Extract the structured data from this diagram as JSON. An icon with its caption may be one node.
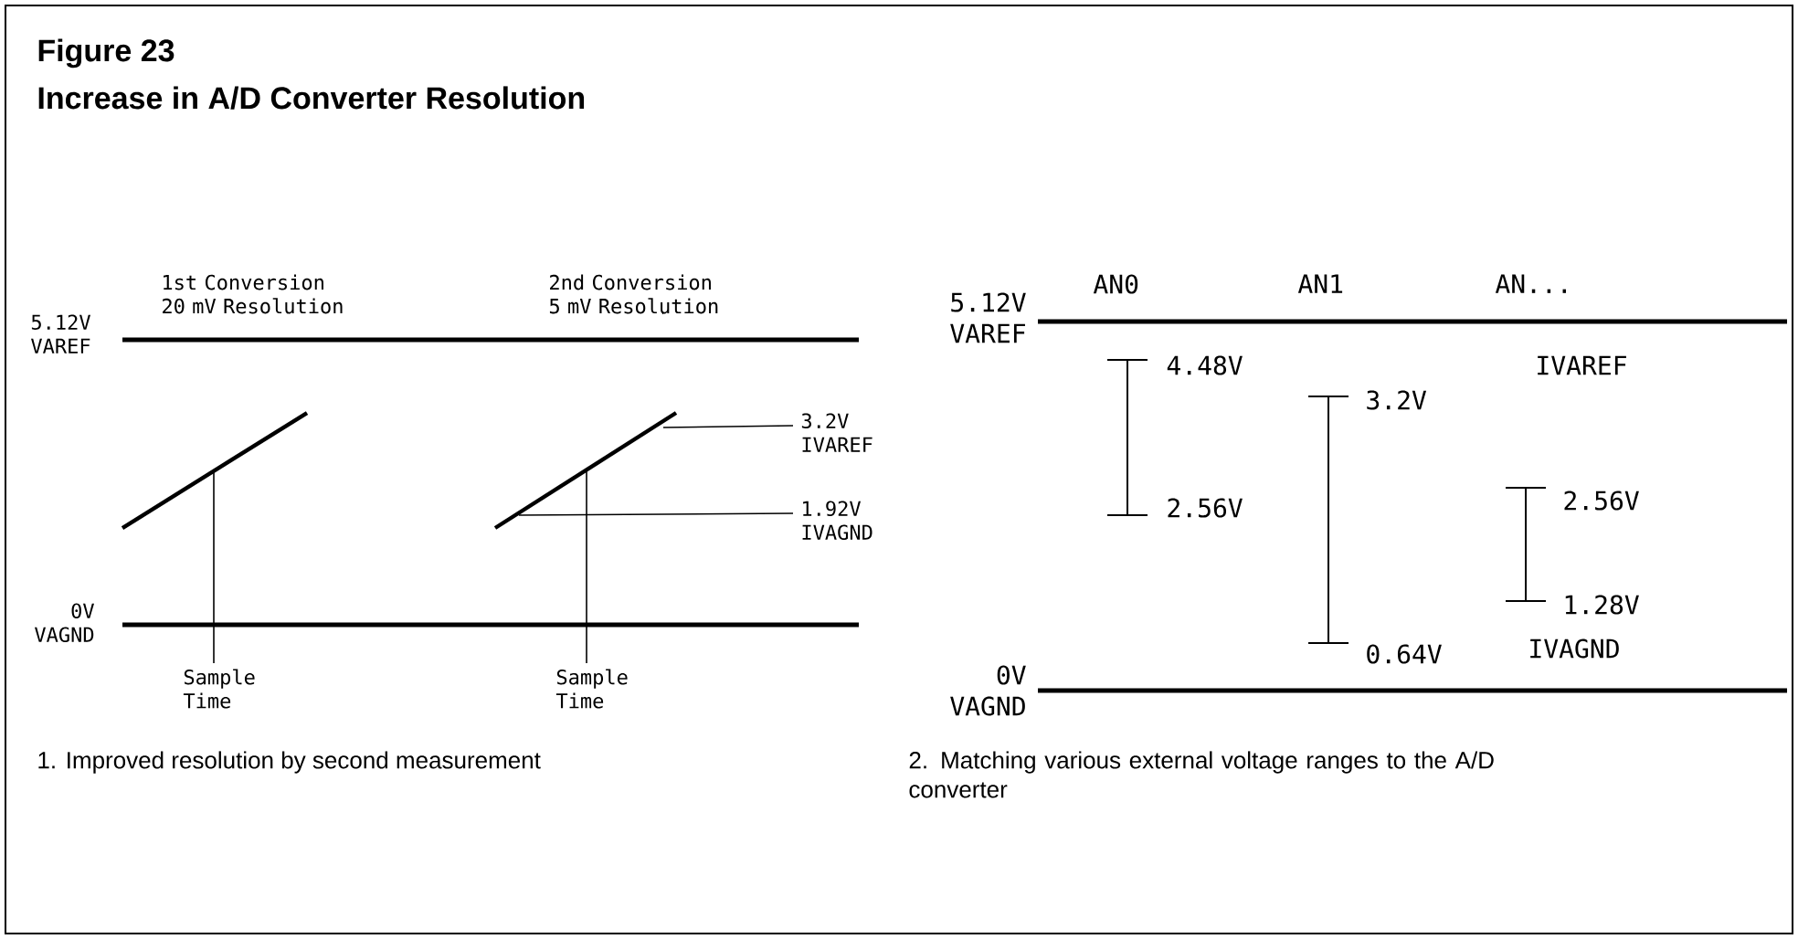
{
  "diagram": {
    "title": "Increase in A/D Converter Resolution",
    "nodes": [
      {
        "text": [
          "3.2V IVAREF"
        ]
      },
      {
        "text": [
          "1.92V IVAGND"
        ]
      },
      {
        "text": [
          "Sample Time"
        ]
      },
      {
        "text": [
          "Sample Time"
        ]
      }
    ],
    "edges": [
      {
        "from": 0,
        "to": null,
        "arrow": "none"
      },
      {
        "from": 1,
        "to": null,
        "arrow": "none"
      },
      {
        "from": 2,
        "to": null,
        "arrow": "none"
      },
      {
        "from": 3,
        "to": null,
        "arrow": "none"
      }
    ],
    "labels": [
      "Figure 23",
      "5.12V VAREF",
      "1st Conversion 20 mV Resolution",
      "2nd Conversion 5 mV Resolution",
      "0V VAGND",
      "AN0",
      "AN1",
      "AN...",
      "5.12V VAREF",
      "4.48V",
      "IVAREF",
      "3.2V",
      "2.56V",
      "2.56V",
      "1.28V",
      "0.64V",
      "IVAGND",
      "0V VAGND",
      "1. Improved resolution by second measurement",
      "2. Matching various external voltage ranges to the A/D converter"
    ]
  }
}
